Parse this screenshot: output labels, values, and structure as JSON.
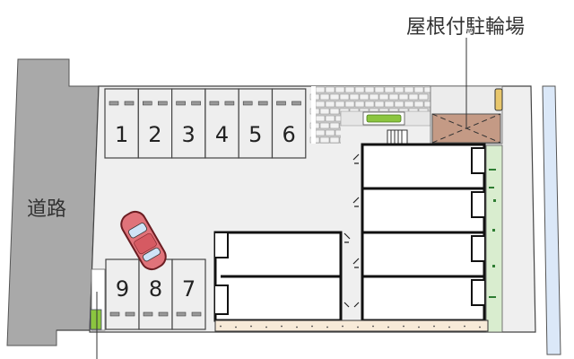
{
  "labels": {
    "covered_bicycle_parking": "屋根付駐輪場",
    "road": "道路"
  },
  "parking_spaces_top": [
    "1",
    "2",
    "3",
    "4",
    "5",
    "6"
  ],
  "parking_spaces_bottom": [
    "9",
    "8",
    "7"
  ],
  "colors": {
    "road": "#a9a9a9",
    "lot": "#efefef",
    "car": "#e0737a",
    "bike_roof": "#c49a85",
    "green_strip": "#d9edcf",
    "water_strip": "#dbe8f8",
    "planter": "#8bc53f",
    "border_strip": "#f7ead8"
  }
}
